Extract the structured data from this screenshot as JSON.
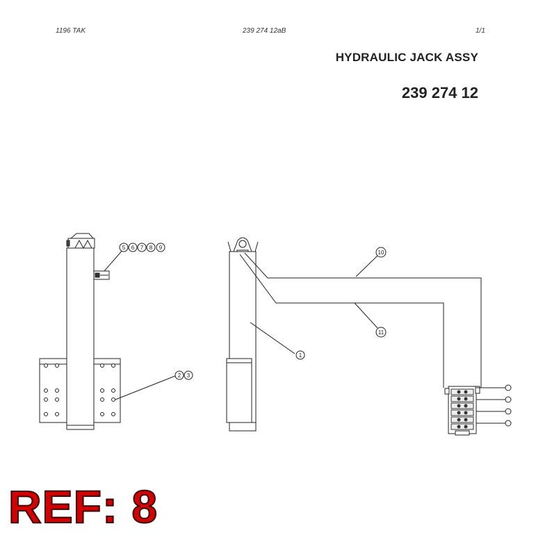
{
  "header": {
    "left": "1196  TAK",
    "center": "239 274 12aB",
    "right": "1/1"
  },
  "title": "HYDRAULIC JACK ASSY",
  "part_number": "239 274 12",
  "callouts": {
    "c1": "1",
    "c2": "2",
    "c3": "3",
    "c5": "5",
    "c6": "6",
    "c7": "7",
    "c8": "8",
    "c9": "9",
    "c10": "10",
    "c11": "11"
  },
  "ref_label": "REF: 8",
  "colors": {
    "ref": "#d40000",
    "line": "#222222"
  }
}
